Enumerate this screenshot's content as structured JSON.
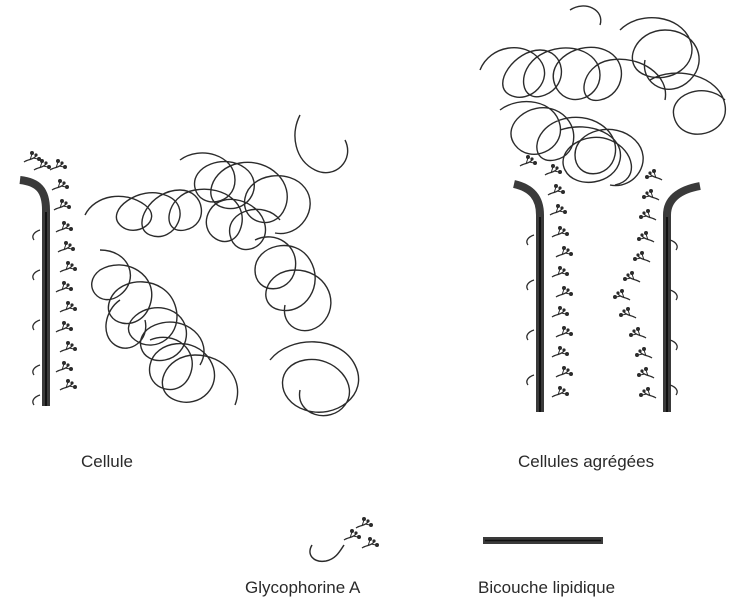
{
  "labels": {
    "cell": "Cellule",
    "aggregated_cells": "Cellules agrégées"
  },
  "legend": {
    "glycophorin": "Glycophorine A",
    "bilayer": "Bicouche lipidique"
  },
  "colors": {
    "ink": "#2b2b2b",
    "membrane": "#3a3a3a",
    "background": "#ffffff"
  }
}
